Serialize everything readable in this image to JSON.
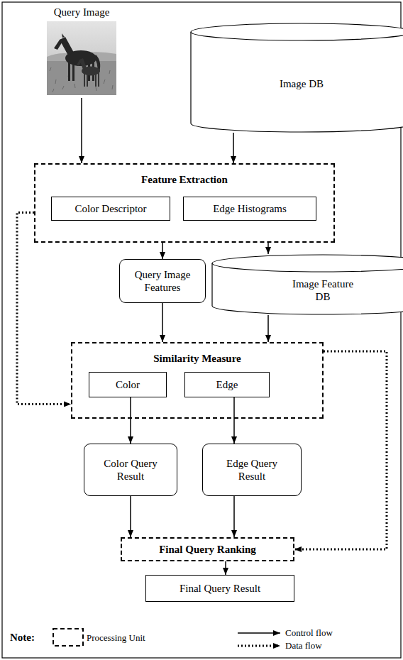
{
  "diagram": {
    "nodes": [
      {
        "text": [
          "Query Image"
        ]
      },
      {
        "text": [
          "Image DB"
        ]
      },
      {
        "text": [
          "Feature Extraction"
        ]
      },
      {
        "text": [
          "Color Descriptor"
        ],
        "in": 2
      },
      {
        "text": [
          "Edge Histograms"
        ],
        "in": 2
      },
      {
        "text": [
          "Query Image Features"
        ]
      },
      {
        "text": [
          "Image Feature DB"
        ]
      },
      {
        "text": [
          "Similarity Measure"
        ]
      },
      {
        "text": [
          "Color"
        ],
        "in": 7
      },
      {
        "text": [
          "Edge"
        ],
        "in": 7
      },
      {
        "text": [
          "Color Query Result"
        ]
      },
      {
        "text": [
          "Edge Query Result"
        ]
      },
      {
        "text": [
          "Final Query Ranking"
        ]
      },
      {
        "text": [
          "Final Query Result"
        ]
      }
    ],
    "edges": [
      {
        "from": 0,
        "to": 2,
        "arrow": "to"
      },
      {
        "from": 1,
        "to": 2,
        "arrow": "to"
      },
      {
        "from": 2,
        "to": 5,
        "arrow": "to"
      },
      {
        "from": 2,
        "to": 6,
        "arrow": "to"
      },
      {
        "from": 2,
        "to": 7,
        "arrow": "to"
      },
      {
        "from": 5,
        "to": 7,
        "arrow": "to"
      },
      {
        "from": 6,
        "to": 7,
        "arrow": "to"
      },
      {
        "from": 8,
        "to": 10,
        "arrow": "to"
      },
      {
        "from": 9,
        "to": 11,
        "arrow": "to"
      },
      {
        "from": 7,
        "to": 12,
        "arrow": "to"
      },
      {
        "from": 10,
        "to": 12,
        "arrow": "to"
      },
      {
        "from": 11,
        "to": 12,
        "arrow": "to"
      },
      {
        "from": 12,
        "to": 13,
        "arrow": "to"
      }
    ],
    "labels": [
      "Note:"
    ],
    "legend": [
      {
        "text": "Processing Unit"
      },
      {
        "text": "Control flow"
      },
      {
        "text": "Data flow"
      }
    ]
  }
}
